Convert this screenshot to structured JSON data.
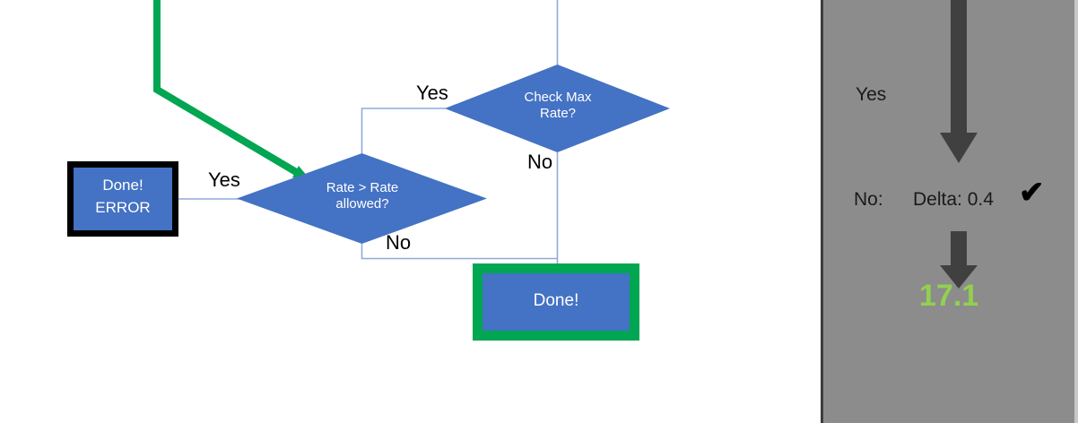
{
  "diagram": {
    "title": "rate-check-flowchart",
    "colors": {
      "node_fill": "#4472c4",
      "connector": "#8faadc",
      "highlight_green": "#00a651",
      "error_outline": "#000000",
      "panel_bg": "#8c8c8c",
      "arrow_dark": "#404040",
      "result_green": "#92d050"
    },
    "nodes": [
      {
        "id": "done-error",
        "shape": "rectangle",
        "label": "Done!\nERROR",
        "outline": "black-thick"
      },
      {
        "id": "rate-gt-rate-allowed",
        "shape": "diamond",
        "label": "Rate > Rate\nallowed?"
      },
      {
        "id": "check-max-rate",
        "shape": "diamond",
        "label": "Check Max\nRate?"
      },
      {
        "id": "done-ok",
        "shape": "rectangle",
        "label": "Done!",
        "outline": "green-thick"
      }
    ],
    "edge_labels": [
      {
        "id": "yes-to-done-error",
        "text": "Yes"
      },
      {
        "id": "yes-to-rate-check",
        "text": "Yes"
      },
      {
        "id": "no-from-check-max-rate",
        "text": "No"
      },
      {
        "id": "no-from-rate-allowed",
        "text": "No"
      }
    ]
  },
  "panel": {
    "yes_label": "Yes",
    "no_label": "No:",
    "delta_label": "Delta: 0.4",
    "check_mark": "✔",
    "result_value": "17.1"
  }
}
